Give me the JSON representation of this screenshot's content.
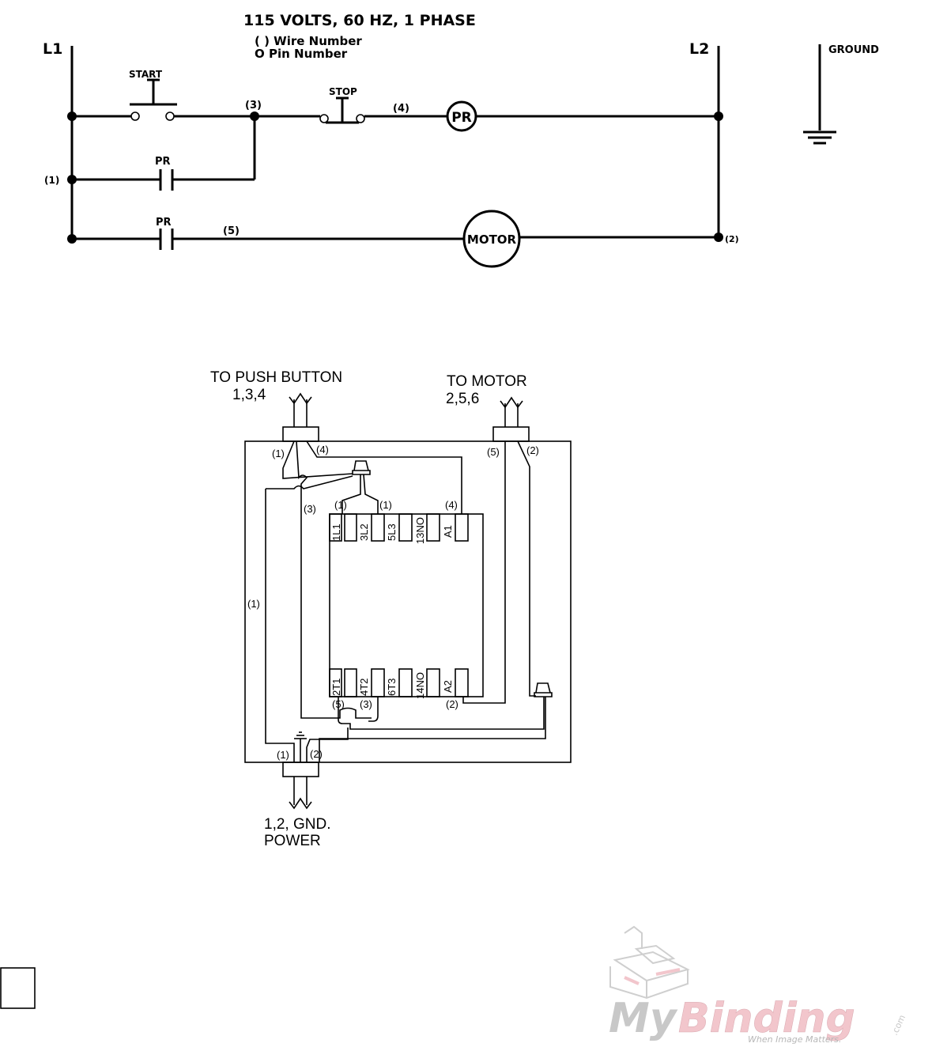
{
  "ladder": {
    "header_line1": "115 VOLTS, 60 HZ, 1 PHASE",
    "header_line2": "( ) Wire Number",
    "header_line3": "O Pin Number",
    "l1": "L1",
    "l2": "L2",
    "ground": "GROUND",
    "start": "START",
    "stop": "STOP",
    "pr_coil": "PR",
    "pr_contact_1": "PR",
    "pr_contact_2": "PR",
    "motor": "MOTOR",
    "wire_3": "(3)",
    "wire_4": "(4)",
    "wire_1": "(1)",
    "wire_5": "(5)",
    "wire_2": "(2)"
  },
  "wiring": {
    "push_button_title": "TO PUSH BUTTON",
    "push_button_pins": "1,3,4",
    "motor_title": "TO MOTOR",
    "motor_pins": "2,5,6",
    "power_line1": "1,2, GND.",
    "power_line2": "POWER",
    "terminals_top": [
      "1L1",
      "3L2",
      "5L3",
      "13NO",
      "A1"
    ],
    "terminals_bottom": [
      "2T1",
      "4T2",
      "6T3",
      "14NO",
      "A2"
    ],
    "labels": {
      "pb_1": "(1)",
      "pb_4": "(4)",
      "mt_5": "(5)",
      "mt_2": "(2)",
      "t_1a": "(1)",
      "t_1b": "(1)",
      "t_4": "(4)",
      "w_3": "(3)",
      "w_1": "(1)",
      "b_5": "(5)",
      "b_3": "(3)",
      "b_2": "(2)",
      "p_1": "(1)",
      "p_2": "(2)"
    }
  },
  "watermark": {
    "brand_my": "My",
    "brand_binding": "Binding",
    "brand_com": ".com",
    "tagline": "When Image Matters."
  },
  "colors": {
    "ink": "#000000",
    "watermark_gray": "#c8c8c8",
    "watermark_pink": "#f2c6cc"
  }
}
